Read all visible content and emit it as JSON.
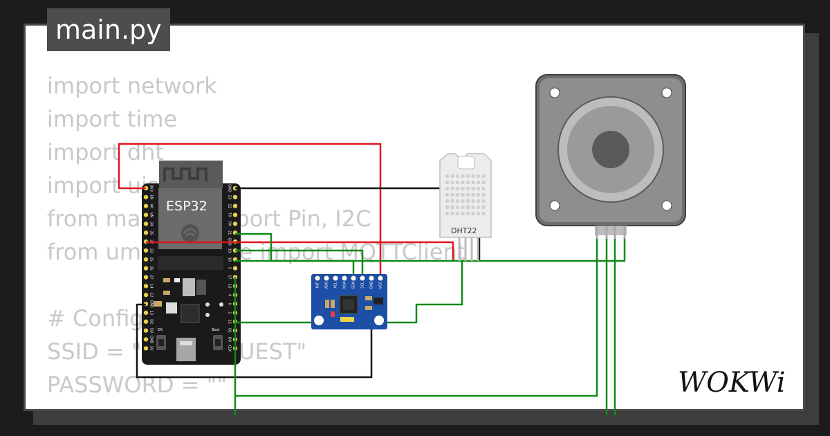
{
  "editor": {
    "tab_label": "main.py",
    "code_lines": [
      "import network",
      "import time",
      "import dht",
      "import ujson",
      "from machine import Pin, I2C",
      "from umqtt.simple import MQTTClient",
      "",
      "# Configure WiFi",
      "SSID = \"Wokwi-GUEST\"",
      "PASSWORD = \"\""
    ]
  },
  "circuit": {
    "esp32_label": "ESP32",
    "dht_label": "DHT22",
    "en_label": "EN",
    "boot_label": "Boot",
    "esp_left_pins": [
      "3V3",
      "EN",
      "VP",
      "VN",
      "34",
      "35",
      "32",
      "33",
      "25",
      "26",
      "27",
      "14",
      "12",
      "GND",
      "13",
      "D2",
      "D3",
      "CMD",
      "5V"
    ],
    "esp_right_pins": [
      "GND",
      "23",
      "22",
      "TX",
      "RX",
      "21",
      "GND",
      "19",
      "18",
      "5",
      "17",
      "16",
      "4",
      "0",
      "2",
      "15",
      "D1",
      "D0",
      "CLK"
    ],
    "mpu_pins": [
      "INT",
      "AD0",
      "XCL",
      "XDA",
      "SDA",
      "SCL",
      "GND",
      "VCC"
    ]
  },
  "brand": {
    "logo_text": "WOKWi"
  },
  "colors": {
    "wire_red": "#e0141e",
    "wire_black": "#111111",
    "wire_green": "#0e8a16",
    "esp_board": "#1a1a1a",
    "mpu_board": "#1d4fa6",
    "pin_yellow": "#e8d44d"
  }
}
